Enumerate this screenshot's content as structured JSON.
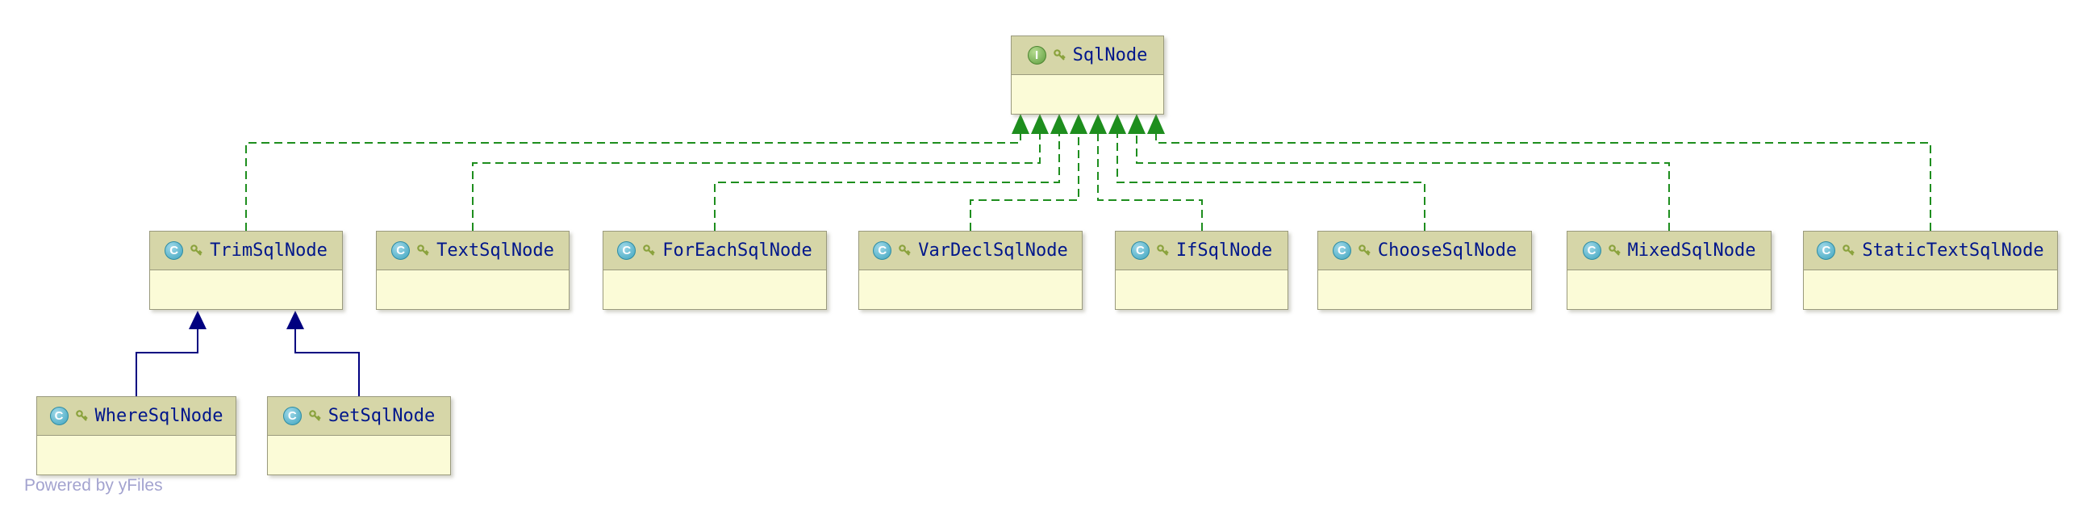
{
  "diagram": {
    "root": {
      "name": "SqlNode",
      "kind": "interface",
      "icon_letter": "I"
    },
    "subclasses": [
      {
        "name": "TrimSqlNode",
        "kind": "class",
        "icon_letter": "C"
      },
      {
        "name": "TextSqlNode",
        "kind": "class",
        "icon_letter": "C"
      },
      {
        "name": "ForEachSqlNode",
        "kind": "class",
        "icon_letter": "C"
      },
      {
        "name": "VarDeclSqlNode",
        "kind": "class",
        "icon_letter": "C"
      },
      {
        "name": "IfSqlNode",
        "kind": "class",
        "icon_letter": "C"
      },
      {
        "name": "ChooseSqlNode",
        "kind": "class",
        "icon_letter": "C"
      },
      {
        "name": "MixedSqlNode",
        "kind": "class",
        "icon_letter": "C"
      },
      {
        "name": "StaticTextSqlNode",
        "kind": "class",
        "icon_letter": "C"
      }
    ],
    "trim_children": [
      {
        "name": "WhereSqlNode",
        "kind": "class",
        "icon_letter": "C"
      },
      {
        "name": "SetSqlNode",
        "kind": "class",
        "icon_letter": "C"
      }
    ]
  },
  "colors": {
    "node_header_bg": "#d6d6a8",
    "node_body_bg": "#fbfbd7",
    "node_border": "#9a9a7d",
    "node_title": "#00168b",
    "realization_edge": "#1e8e1e",
    "inheritance_edge": "#000080",
    "class_icon_bg": "#3fa5bf",
    "interface_icon_bg": "#5e9e3e",
    "key_icon": "#8aa23c"
  },
  "watermark": "Powered by yFiles"
}
